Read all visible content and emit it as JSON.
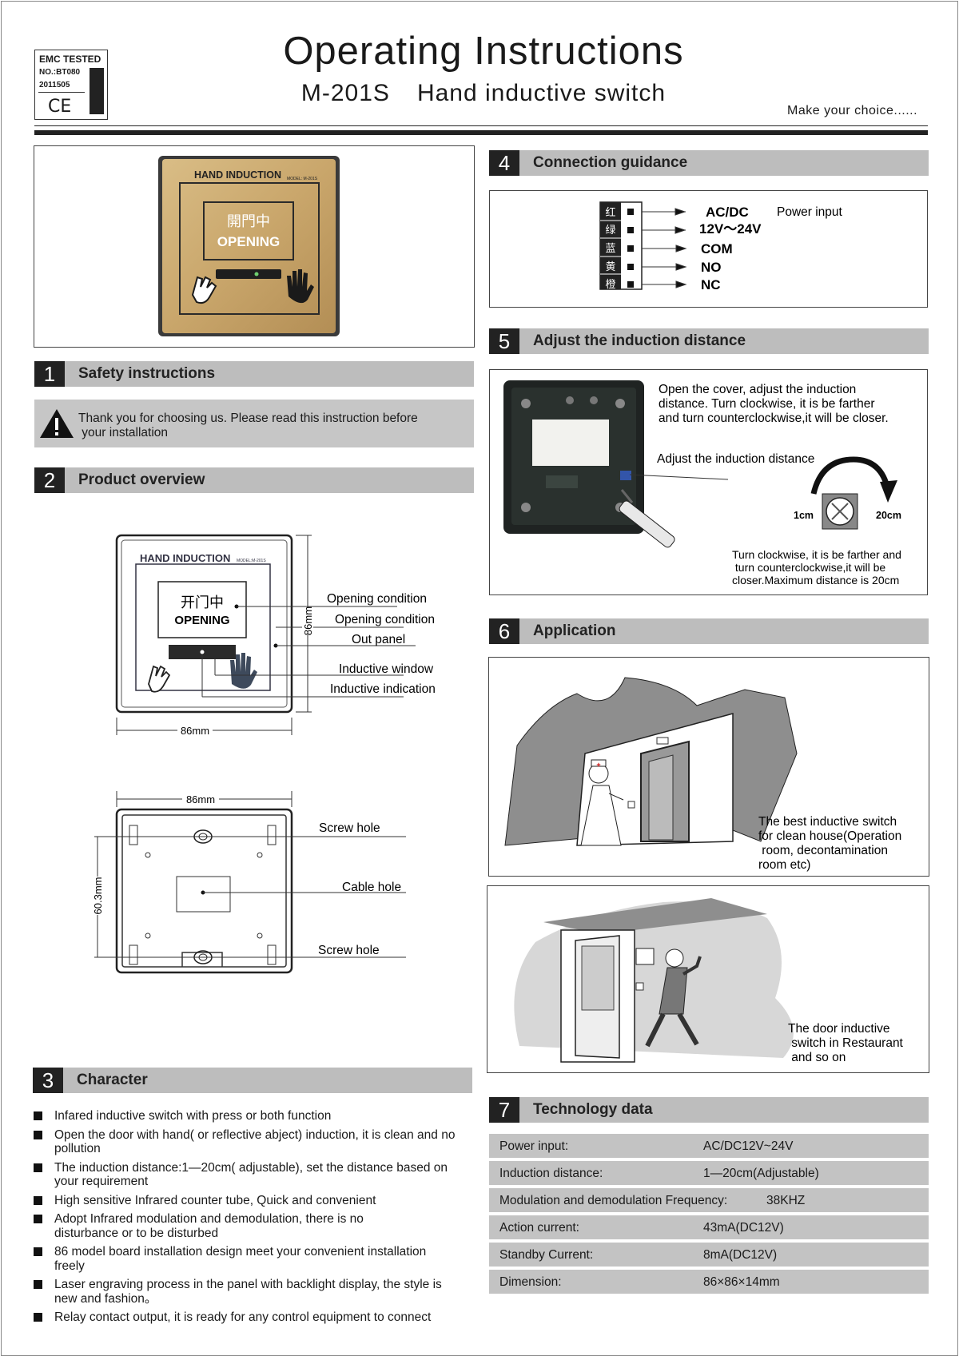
{
  "header": {
    "emc_line1": "EMC TESTED",
    "emc_line2": "NO.:BT080",
    "emc_line3": "2011505",
    "emc_mark": "CE",
    "title": "Operating Instructions",
    "model": "M-201S",
    "product": "Hand inductive switch",
    "slogan": "Make your choice......"
  },
  "photo": {
    "brand": "HAND INDUCTION",
    "model_small": "MODEL: M-201S",
    "chinese": "開門中",
    "english": "OPENING"
  },
  "section1": {
    "num": "1",
    "title": "Safety instructions",
    "notice_line1": "Thank you for choosing us. Please read this instruction before",
    "notice_line2": " your installation"
  },
  "section2": {
    "num": "2",
    "title": "Product overview",
    "front": {
      "brand": "HAND INDUCTION",
      "model_small": "MODEL:M-201S",
      "chinese": "开门中",
      "english": "OPENING",
      "height_dim": "86mm",
      "width_dim": "86mm",
      "labels": [
        "Opening condition",
        "Opening condition",
        "Out panel",
        "Inductive window",
        "Inductive indication"
      ]
    },
    "back": {
      "width_dim": "86mm",
      "height_dim": "60.3mm",
      "labels": [
        "Screw hole",
        "Cable hole",
        "Screw hole"
      ]
    }
  },
  "section3": {
    "num": "3",
    "title": "Character",
    "items": [
      "Infared inductive switch with press or both function",
      "Open the door with hand( or reflective abject) induction, it is clean and no pollution",
      "The induction distance:1—20cm( adjustable), set the distance based on your requirement",
      "High sensitive Infrared counter tube, Quick and convenient",
      "Adopt Infrared modulation and demodulation, there is no disturbance or to be disturbed",
      "86 model board installation design meet your convenient installation freely",
      "Laser engraving process in the panel with backlight display, the style is new and fashion。",
      "Relay contact output, it is ready for any control equipment to connect"
    ]
  },
  "section4": {
    "num": "4",
    "title": "Connection guidance",
    "wires": [
      "红",
      "绿",
      "蓝",
      "黄",
      "橙"
    ],
    "terminals": [
      "AC/DC",
      "12V～24V",
      "COM",
      "NO",
      "NC"
    ],
    "power_label": "Power input"
  },
  "section5": {
    "num": "5",
    "title": "Adjust the induction distance",
    "desc_line1": "Open the cover, adjust the induction",
    "desc_line2": "distance. Turn clockwise, it is be farther",
    "desc_line3": "and turn counterclockwise,it will be closer.",
    "adjust_label": "Adjust the induction distance",
    "min": "1cm",
    "max": "20cm",
    "note_line1": "Turn clockwise, it is be farther and",
    "note_line2": " turn counterclockwise,it will be",
    "note_line3": "closer.Maximum distance is 20cm"
  },
  "section6": {
    "num": "6",
    "title": "Application",
    "caption1_line1": "The best inductive switch",
    "caption1_line2": "for clean house(Operation",
    "caption1_line3": " room, decontamination",
    "caption1_line4": "room etc)",
    "caption2_line1": "The door inductive",
    "caption2_line2": " switch in Restaurant",
    "caption2_line3": " and so on"
  },
  "section7": {
    "num": "7",
    "title": "Technology data",
    "rows": [
      {
        "k": "Power input:",
        "v": "AC/DC12V~24V"
      },
      {
        "k": "Induction distance:",
        "v": "1—20cm(Adjustable)"
      },
      {
        "k": "Modulation and demodulation Frequency:",
        "v": "38KHZ"
      },
      {
        "k": "Action current:",
        "v": "43mA(DC12V)"
      },
      {
        "k": "Standby Current:",
        "v": "8mA(DC12V)"
      },
      {
        "k": "Dimension:",
        "v": "86×86×14mm"
      }
    ]
  },
  "colors": {
    "section_bar": "#bdbdbd",
    "section_number": "#222222",
    "gold_panel": "#c9a66b"
  }
}
